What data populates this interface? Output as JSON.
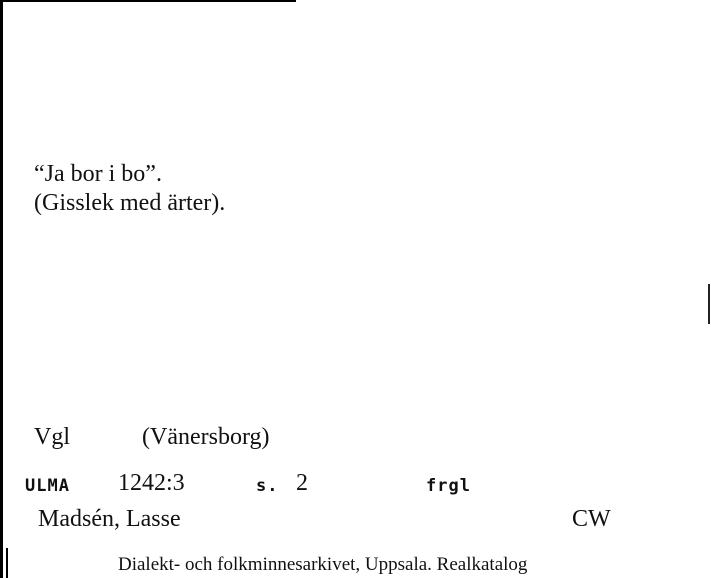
{
  "card": {
    "title_lines": [
      "“Ja bor i bo”.",
      "(Gisslek med ärter)."
    ],
    "region": "Vgl",
    "place": "(Vänersborg)",
    "archive": "ULMA",
    "record_number": "1242:3",
    "page_label": "s.",
    "page_number": "2",
    "category_code": "frgl",
    "author": "Madsén, Lasse",
    "initials": "CW",
    "footer": "Dialekt- och folkminnesarkivet, Uppsala. Realkatalog"
  }
}
